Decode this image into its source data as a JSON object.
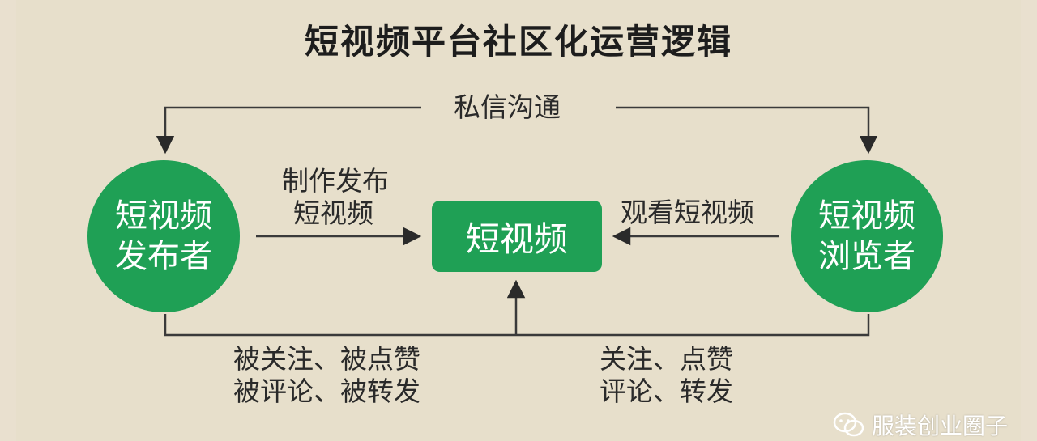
{
  "title": "短视频平台社区化运营逻辑",
  "top_label": "私信沟通",
  "left_circle": {
    "line1": "短视频",
    "line2": "发布者"
  },
  "right_circle": {
    "line1": "短视频",
    "line2": "浏览者"
  },
  "center_box": "短视频",
  "left_arrow_label": {
    "line1": "制作发布",
    "line2": "短视频"
  },
  "right_arrow_label": "观看短视频",
  "bottom_left": {
    "line1": "被关注、被点赞",
    "line2": "被评论、被转发"
  },
  "bottom_right": {
    "line1": "关注、点赞",
    "line2": "评论、转发"
  },
  "watermark": {
    "icon": "wechat-icon",
    "text": "服装创业圈子"
  },
  "colors": {
    "green": "#1fa055",
    "background": "#e7dfcb",
    "line": "#3a3a3a"
  }
}
